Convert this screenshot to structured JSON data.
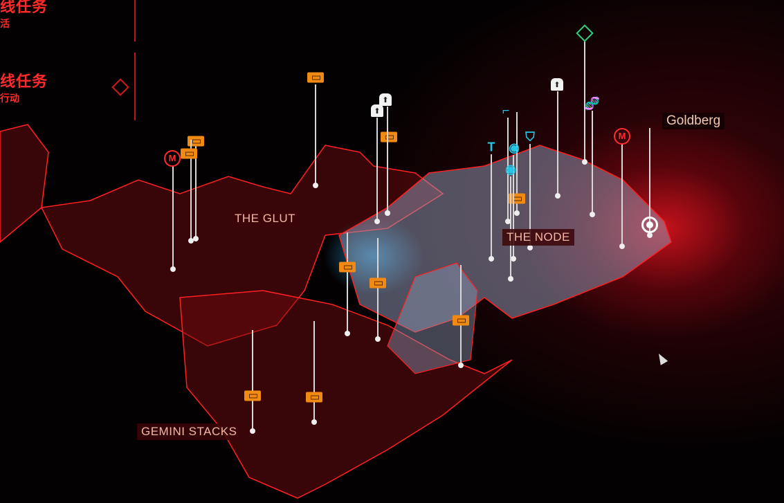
{
  "missions": [
    {
      "title": "线任务",
      "subtitle": "活"
    },
    {
      "title": "线任务",
      "subtitle": "行动"
    }
  ],
  "regions": {
    "glut": "THE GLUT",
    "node": "THE NODE",
    "gemini": "GEMINI STACKS"
  },
  "tracked": {
    "label": "Goldberg",
    "icon": "target-icon"
  },
  "colors": {
    "map_outline": "#ff2020",
    "chest": "#f08a12",
    "cyan": "#23c6e6",
    "glow": "#dc141e"
  },
  "marker_types": [
    "chest-icon",
    "lock-icon",
    "m-faction-icon",
    "green-diamond-icon",
    "dna-icon",
    "gun-icon",
    "hammer-icon",
    "eye-icon",
    "shield-icon"
  ]
}
